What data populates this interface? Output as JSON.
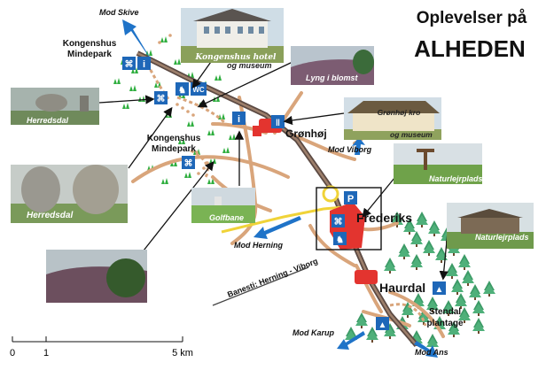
{
  "title": {
    "line1": "Oplevelser på",
    "line2": "ALHEDEN"
  },
  "colors": {
    "road": "#d9a57b",
    "main_road": "#5c4a43",
    "town": "#e3342f",
    "arrow_blue": "#1f73c8",
    "poi_blue": "#1e67b8",
    "forest": "#4aa36e",
    "heath": "#33b047",
    "heath_dots": "#d9a57b"
  },
  "places": {
    "kongenshus_north": [
      "Kongenshus",
      "Mindepark"
    ],
    "kongenshus_south": [
      "Kongenshus",
      "Mindepark"
    ],
    "gronhoj": "Grønhøj",
    "frederiks": "Frederiks",
    "haurdal": "Haurdal",
    "stendal": [
      "Stendal",
      "plantage"
    ]
  },
  "directions": {
    "skive": "Mod Skive",
    "viborg": "Mod Viborg",
    "herning": "Mod Herning",
    "karup": "Mod Karup",
    "ans": "Mod Ans"
  },
  "railway": "Banesti: Herning - Viborg",
  "photos": {
    "kongenshus_hotel": [
      "Kongenshus hotel",
      "og museum"
    ],
    "lyng": "Lyng i blomst",
    "gronhoj_kro": [
      "Grønhøj kro",
      "og museum"
    ],
    "herredsdal_1": "Herredsdal",
    "herredsdal_2": "Herredsdal",
    "naturlejrplads_1": "Naturlejrplads",
    "naturlejrplads_2": "Naturlejrplads",
    "golfbane": "Golfbane"
  },
  "scale": {
    "ticks": [
      "0",
      "1",
      "5 km"
    ]
  },
  "icons": [
    "picnic-icon",
    "parking-icon",
    "info-icon",
    "hiker-icon",
    "restaurant-icon",
    "wc-icon",
    "camping-icon",
    "golf-icon",
    "toilet-icon"
  ]
}
